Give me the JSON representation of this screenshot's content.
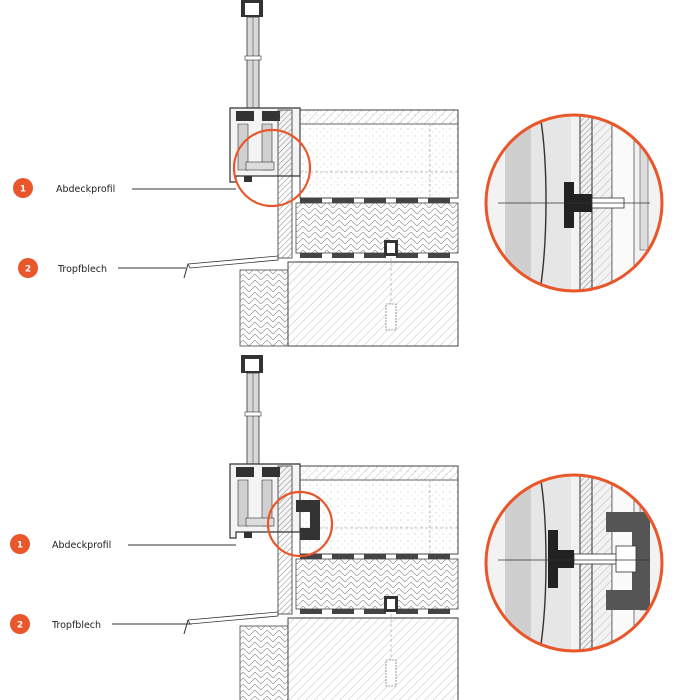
{
  "accent_color": "#e8562a",
  "panels": [
    {
      "callouts": [
        {
          "number": "1",
          "label": "Abdeckprofil"
        },
        {
          "number": "2",
          "label": "Tropfblech"
        }
      ]
    },
    {
      "callouts": [
        {
          "number": "1",
          "label": "Abdeckprofil"
        },
        {
          "number": "2",
          "label": "Tropfblech"
        }
      ]
    }
  ]
}
